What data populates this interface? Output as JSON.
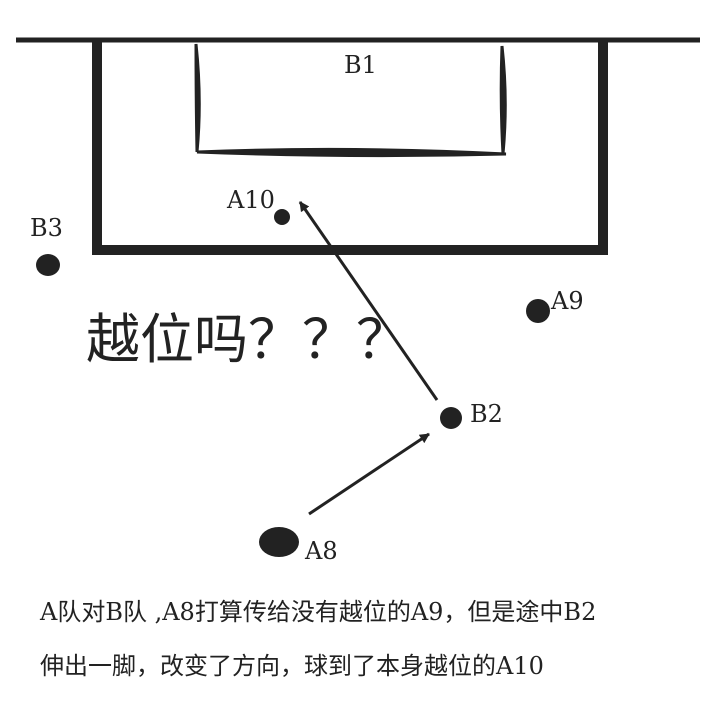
{
  "labels": {
    "b1": "B1",
    "b2": "B2",
    "b3": "B3",
    "a8": "A8",
    "a9": "A9",
    "a10": "A10"
  },
  "question": "越位吗？？？",
  "caption": {
    "line1": "A队对B队 ,A8打算传给没有越位的A9，但是途中B2",
    "line2": "伸出一脚，改变了方向，球到了本身越位的A10"
  },
  "colors": {
    "ink": "#222222",
    "background": "#ffffff"
  }
}
